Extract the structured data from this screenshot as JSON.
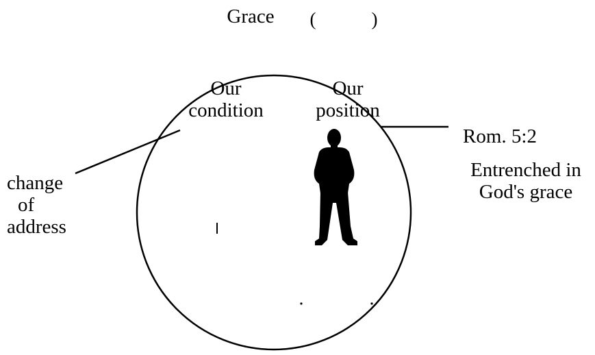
{
  "title": {
    "main": "Grace",
    "open_paren": "(",
    "close_paren": ")"
  },
  "labels": {
    "our_condition_line1": "Our",
    "our_condition_line2": "condition",
    "our_position_line1": "Our",
    "our_position_line2": "position",
    "reference": "Rom. 5:2",
    "entrenched_line1": "Entrenched in",
    "entrenched_line2": "God's grace",
    "change_line1": "change",
    "change_line2": "of",
    "change_line3": "address"
  },
  "figure": {
    "description_icon": "standing-person-silhouette-icon"
  },
  "colors": {
    "ink": "#000000",
    "background": "#ffffff"
  }
}
